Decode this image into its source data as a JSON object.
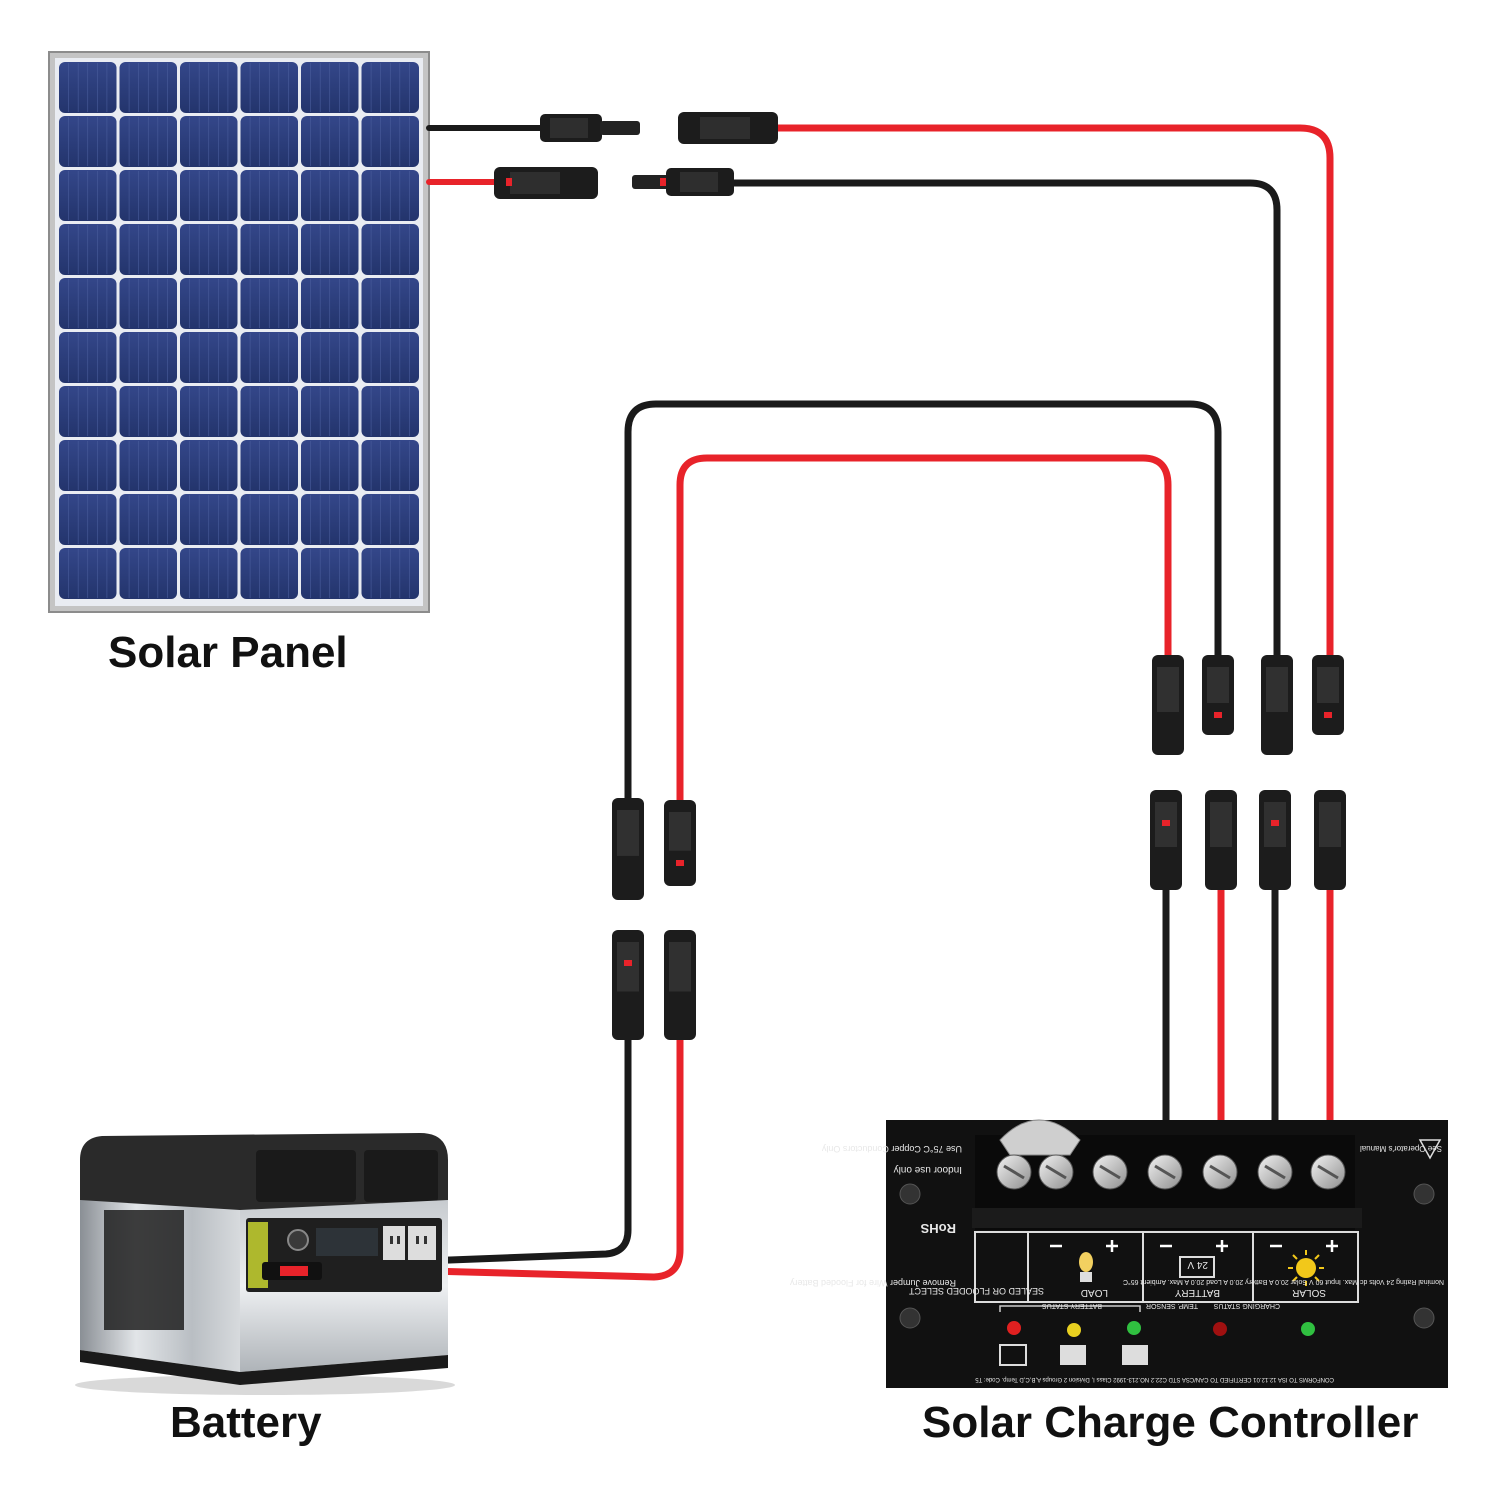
{
  "labels": {
    "solar_panel": "Solar Panel",
    "battery": "Battery",
    "controller": "Solar Charge Controller"
  },
  "controller": {
    "rohs": "RoHS",
    "indoor": "Indoor use only",
    "copper": "Use 75°C Copper Conductors Only",
    "load": "LOAD",
    "battery": "BATTERY",
    "solar": "SOLAR",
    "voltage": "24 V",
    "selector": "SEALED OR FLOODED SELECT",
    "jumper": "Remove Jumper Wire for Flooded Battery",
    "battery_status": "BATTERY STATUS",
    "temp_sensor": "TEMP. SENSOR",
    "charging_status": "CHARGING STATUS",
    "rating": "Nominal Rating 24 Volts dc Max. Input 60 V Solar 20.0 A Battery 20.0 A Load 20.0 A Max. Ambient 65°C",
    "manual": "See Operator's Manual",
    "cert": "CONFORMS TO ISA 12.12.01 CERTIFIED TO CAN/CSA STD C22.2 NO.213-1992 Class I, Division 2 Groups A,B,C,D Temp. Code: T5"
  },
  "colors": {
    "red_wire": "#e8232a",
    "black_wire": "#1a1a1a",
    "panel_blue": "#2b3c78",
    "panel_frame": "#b8b8b8",
    "controller_body": "#111111",
    "led_red": "#e02020",
    "led_yellow": "#e8d020",
    "led_green": "#30c040"
  }
}
